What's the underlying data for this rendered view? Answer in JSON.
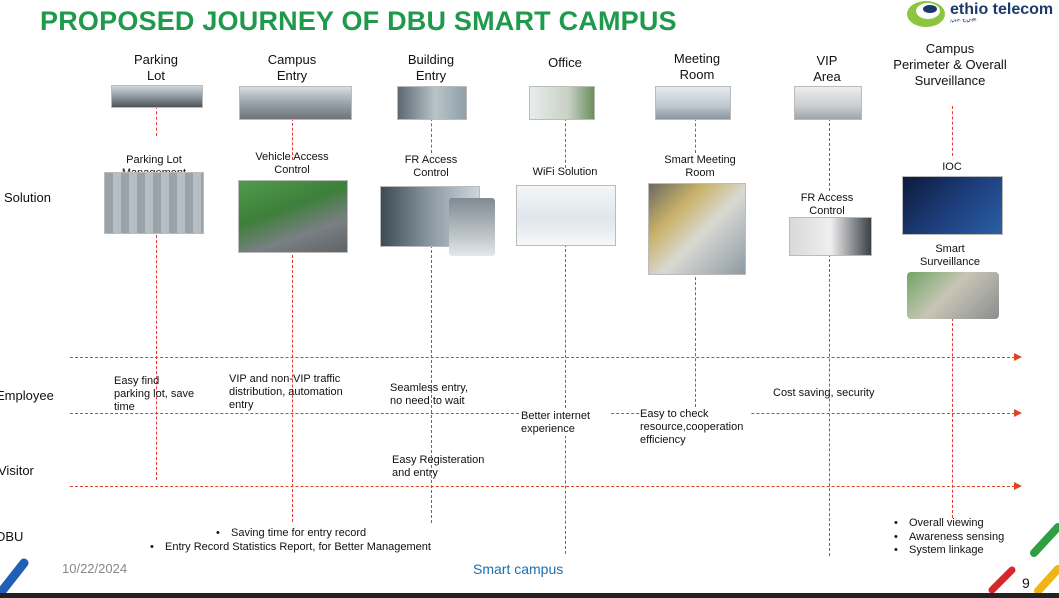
{
  "header": {
    "title": "PROPOSED JOURNEY OF DBU SMART CAMPUS",
    "logo_text": "ethio telecom",
    "logo_sub": "ኢትዮ ቴሌኮም"
  },
  "stages": [
    {
      "label_lines": [
        "Parking",
        "Lot"
      ],
      "image": "parking-lot-photo"
    },
    {
      "label_lines": [
        "Campus",
        "Entry"
      ],
      "image": "campus-entry-photo"
    },
    {
      "label_lines": [
        "Building",
        "Entry"
      ],
      "image": "building-entry-photo"
    },
    {
      "label_lines": [
        "Office"
      ],
      "image": "office-photo"
    },
    {
      "label_lines": [
        "Meeting",
        "Room"
      ],
      "image": "meeting-room-photo"
    },
    {
      "label_lines": [
        "VIP",
        "Area"
      ],
      "image": "vip-area-photo"
    },
    {
      "label_lines": [
        "Campus",
        "Perimeter & Overall",
        "Surveillance"
      ]
    }
  ],
  "row_labels": {
    "solution": "Solution",
    "employee": "Employee",
    "visitor": "Visitor",
    "dbu": "DBU"
  },
  "solutions": {
    "parking": [
      "Parking Lot",
      "Management"
    ],
    "vehicle": [
      "Vehicle Access",
      "Control"
    ],
    "fr_building": [
      "FR Access",
      "Control"
    ],
    "wifi": [
      "WiFi Solution"
    ],
    "meeting": [
      "Smart Meeting",
      "Room"
    ],
    "fr_vip": [
      "FR Access",
      "Control"
    ],
    "ioc": [
      "IOC"
    ],
    "surveillance": [
      "Smart",
      "Surveillance"
    ]
  },
  "employee_notes": {
    "parking": [
      "Easy find",
      "parking lot, save",
      "time"
    ],
    "campus": [
      "VIP  and  non-VIP  traffic",
      "distribution,  automation",
      "entry"
    ],
    "building": [
      "Seamless entry,",
      "no need to wait"
    ],
    "office": [
      "Better internet",
      "experience"
    ],
    "meeting": [
      "Easy to check",
      "resource,cooperation",
      "efficiency"
    ],
    "vip": [
      "Cost saving, security"
    ]
  },
  "visitor_notes": {
    "building": [
      "Easy Registeration",
      "and entry"
    ]
  },
  "dbu_notes": {
    "left": [
      "Saving time for entry record",
      "Entry Record Statistics Report, for Better Management"
    ],
    "right": [
      "Overall viewing",
      "Awareness sensing",
      "System linkage"
    ]
  },
  "footer": {
    "date": "10/22/2024",
    "center": "Smart campus",
    "page": "9"
  },
  "colors": {
    "title_green": "#1f9a4c",
    "dashed_red": "#d42",
    "footer_blue": "#1a6fb0"
  }
}
